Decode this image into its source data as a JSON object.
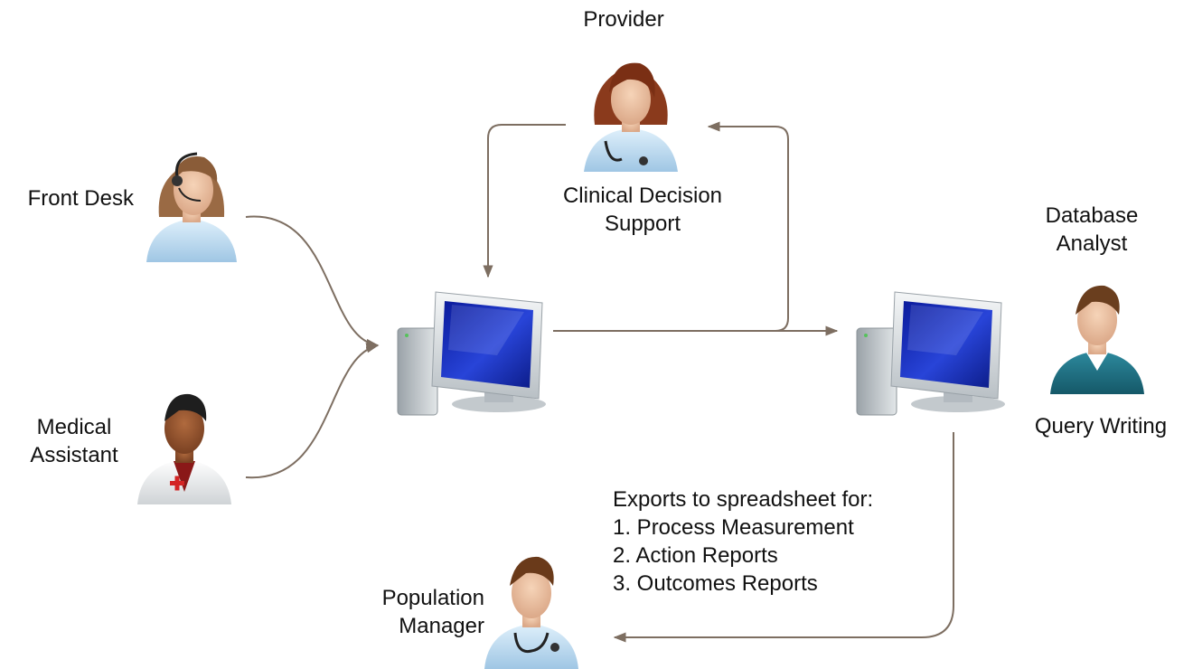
{
  "roles": {
    "provider": "Provider",
    "front_desk": "Front Desk",
    "medical_assistant": [
      "Medical",
      "Assistant"
    ],
    "database_analyst": [
      "Database",
      "Analyst"
    ],
    "population_manager": [
      "Population",
      "Manager"
    ]
  },
  "activities": {
    "clinical_decision_support": [
      "Clinical Decision",
      "Support"
    ],
    "query_writing": "Query Writing"
  },
  "exports": {
    "heading": "Exports to spreadsheet for:",
    "items": [
      "1. Process Measurement",
      "2. Action Reports",
      "3. Outcomes Reports"
    ]
  },
  "colors": {
    "arrow": "#7d6e61",
    "monitor_screen": "#1a2fb0",
    "monitor_body": "#d9dde0"
  }
}
